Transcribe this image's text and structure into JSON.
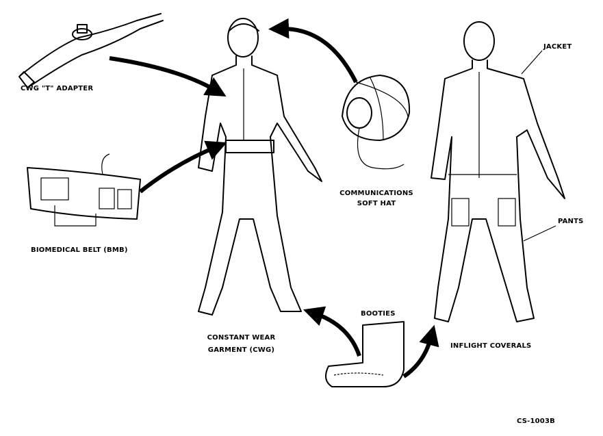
{
  "labels": {
    "t_adapter": "CWG \"T\" ADAPTER",
    "biomedical_belt": "BIOMEDICAL BELT (BMB)",
    "cwg_line1": "CONSTANT WEAR",
    "cwg_line2": "GARMENT (CWG)",
    "soft_hat_line1": "COMMUNICATIONS",
    "soft_hat_line2": "SOFT HAT",
    "jacket": "JACKET",
    "pants": "PANTS",
    "booties": "BOOTIES",
    "coveralls": "INFLIGHT COVERALS",
    "figure_id": "CS-1003B"
  }
}
